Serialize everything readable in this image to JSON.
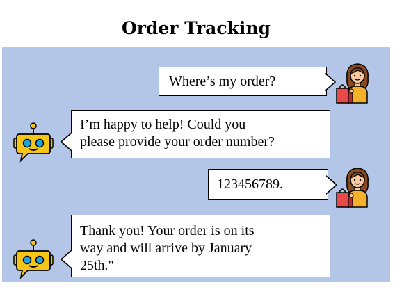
{
  "title": "Order Tracking",
  "colors": {
    "panel_background": "#b4c6e7",
    "bubble_background": "#ffffff",
    "robot_yellow": "#f5c518",
    "robot_eyes": "#1fa3d8",
    "shopper_shirt": "#f5b12a",
    "shopper_bag": "#e84a4a"
  },
  "messages": [
    {
      "sender": "user",
      "avatar": "shopper-icon",
      "text": "Where’s my order?"
    },
    {
      "sender": "bot",
      "avatar": "robot-icon",
      "text": "I’m happy to help! Could you\nplease provide your order number?"
    },
    {
      "sender": "user",
      "avatar": "shopper-icon",
      "text": "123456789."
    },
    {
      "sender": "bot",
      "avatar": "robot-icon",
      "text": "Thank you! Your order is on its\nway and will arrive by January\n25th.\""
    }
  ]
}
